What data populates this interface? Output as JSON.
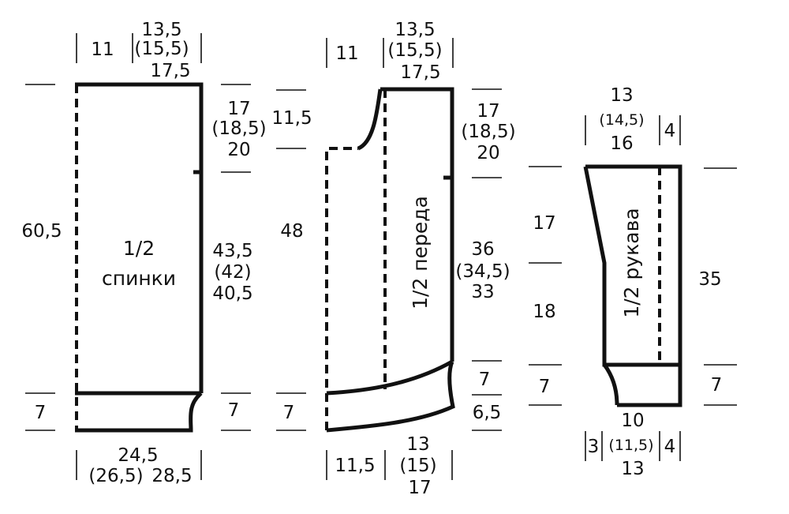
{
  "back": {
    "title_1": "1/2",
    "title_2": "спинки",
    "top_left": "11",
    "top_right_1": "13,5",
    "top_right_2": "(15,5)",
    "top_right_3": "17,5",
    "height_total": "60,5",
    "armhole_1": "17",
    "armhole_2": "(18,5)",
    "armhole_3": "20",
    "body_1": "43,5",
    "body_2": "(42)",
    "body_3": "40,5",
    "rib_left": "7",
    "rib_right": "7",
    "width_1": "24,5",
    "width_2": "(26,5)",
    "width_3": "28,5"
  },
  "front": {
    "title": "1/2 переда",
    "top_left": "11",
    "top_right_1": "13,5",
    "top_right_2": "(15,5)",
    "top_right_3": "17,5",
    "neck_depth": "11,5",
    "height_left": "48",
    "armhole_1": "17",
    "armhole_2": "(18,5)",
    "armhole_3": "20",
    "body_1": "36",
    "body_2": "(34,5)",
    "body_3": "33",
    "rib_left": "7",
    "rib_right_top": "7",
    "rib_right_bottom": "6,5",
    "bottom_left": "11,5",
    "bottom_right_1": "13",
    "bottom_right_2": "(15)",
    "bottom_right_3": "17"
  },
  "sleeve": {
    "title": "1/2 рукава",
    "top_1": "13",
    "top_2": "(14,5)",
    "top_3": "16",
    "top_right": "4",
    "upper": "17",
    "middle": "18",
    "cuff_left": "7",
    "height_right": "35",
    "cuff_right": "7",
    "bottom_left": "3",
    "bottom_mid_1": "10",
    "bottom_mid_2": "(11,5)",
    "bottom_mid_3": "13",
    "bottom_right": "4"
  }
}
